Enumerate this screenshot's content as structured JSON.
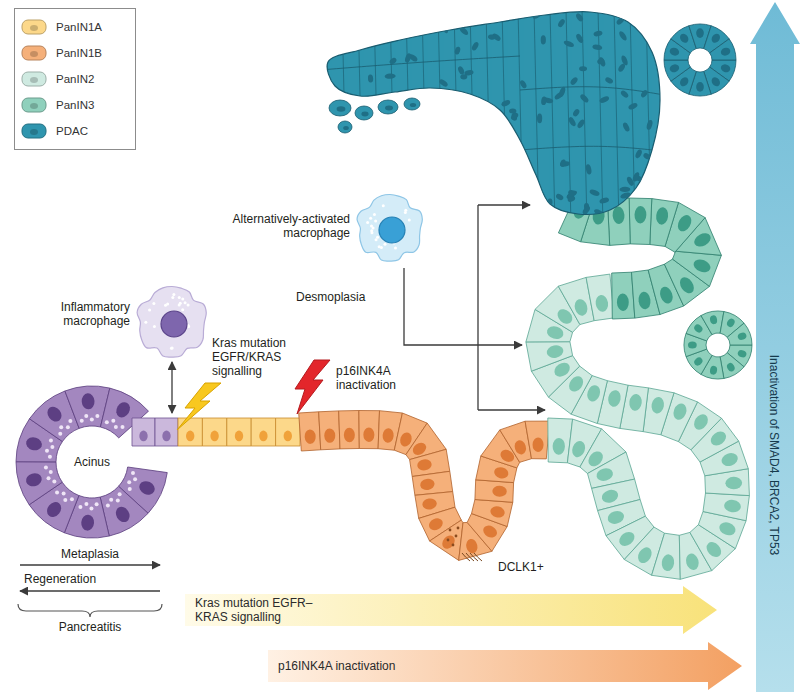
{
  "diagram": {
    "nodes": [
      {
        "text": [
          "Kras mutation EGFR–KRAS signalling"
        ]
      },
      {
        "text": [
          "p16INK4A inactivation"
        ]
      },
      {
        "text": [
          "Inactivation of SMAD4, BRCA2, TP53"
        ]
      }
    ],
    "labels": [
      "Inflammatory macrophage",
      "Kras mutation EGFR/KRAS signalling",
      "p16INK4A inactivation",
      "Acinus",
      "Alternatively-activated macrophage",
      "Desmoplasia",
      "Metaplasia",
      "Regeneration",
      "Pancreatitis",
      "DCLK1+"
    ],
    "legend": [
      {
        "text": "PanIN1A",
        "color": "#fcd88a"
      },
      {
        "text": "PanIN1B",
        "color": "#f5b07a"
      },
      {
        "text": "PanIN2",
        "color": "#cfeae1"
      },
      {
        "text": "PanIN3",
        "color": "#8fd0bc"
      },
      {
        "text": "PDAC",
        "color": "#2f95ae"
      }
    ]
  }
}
